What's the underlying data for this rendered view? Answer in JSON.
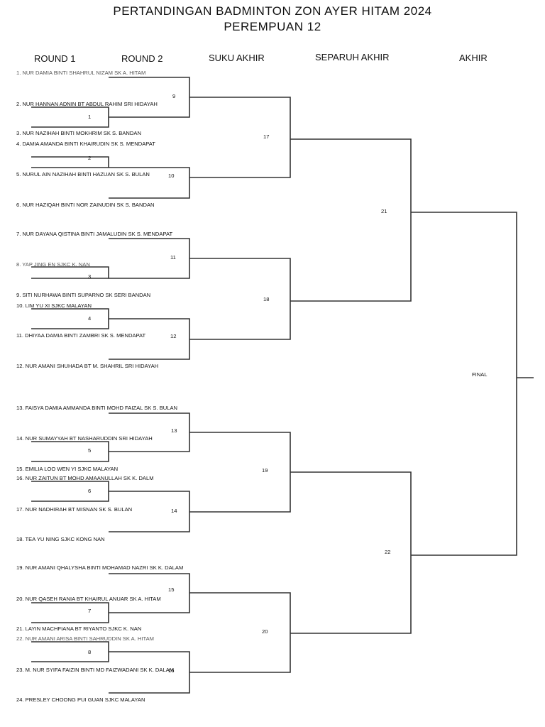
{
  "header": {
    "title_line1": "PERTANDINGAN BADMINTON ZON AYER HITAM 2024",
    "title_line2": "PEREMPUAN 12"
  },
  "rounds": [
    "ROUND 1",
    "ROUND 2",
    "SUKU AKHIR",
    "SEPARUH AKHIR",
    "AKHIR"
  ],
  "players": [
    "1. NUR DAMIA BINTI SHAHRUL NIZAM  SK A. HITAM",
    "2. NUR HANNAN ADNIN BT ABDUL RAHIM   SRI HIDAYAH",
    "3. NUR NAZIHAH BINTI MOKHRIM    SK  S. BANDAN",
    "4. DAMIA AMANDA BINTI KHAIRUDIN   SK S. MENDAPAT",
    "5. NURUL AIN NAZIHAH BINTI HAZUAN   SK  S. BULAN",
    "6. NUR HAZIQAH BINTI NOR ZAINUDIN  SK S. BANDAN",
    "7. NUR DAYANA QISTINA BINTI JAMALUDIN    SK S. MENDAPAT",
    "8. YAP JING EN    SJKC K. NAN",
    "9. SITI NURHAWA BINTI SUPARNO  SK SERI BANDAN",
    "10. LIM YU XI    SJKC MALAYAN",
    "11. DHIYAA DAMIA BINTI ZAMBRI     SK S. MENDAPAT",
    "12. NUR AMANI SHUHADA BT M. SHAHRIL    SRI HIDAYAH",
    "13. FAISYA DAMIA AMMANDA BINTI MOHD FAIZAL  SK S. BULAN",
    "14.  NUR SUMAYYAH BT NASHARUDDIN   SRI HIDAYAH",
    "15. EMILIA LOO WEN YI  SJKC MALAYAN",
    "16. NUR ZAITUN BT MOHD AMAANULLAH  SK K. DALM",
    "17. NUR NADHIRAH BT MISNAN SK S. BULAN",
    "18. TEA YU NING  SJKC KONG NAN",
    "19. NUR AMANI QHALYSHA BINTI MOHAMAD NAZRI  SK K. DALAM",
    "20. NUR QASEH RANIA BT KHAIRUL ANUAR  SK A. HITAM",
    "21.  LAYIN MACHFIANA BT RIYANTO    SJKC K. NAN",
    "22.  NUR AMANI ARISA BINTI SAHRUDDIN  SK A. HITAM",
    "23. M. NUR SYIFA FAIZIN BINTI MD FAIZWADANI   SK K. DALAM",
    "24. PRESLEY CHOONG PUI GUAN  SJKC MALAYAN"
  ],
  "matches": {
    "r1": [
      "1",
      "2",
      "3",
      "4",
      "5",
      "6",
      "7",
      "8"
    ],
    "r2": [
      "9",
      "10",
      "11",
      "12",
      "13",
      "14",
      "15",
      "16"
    ],
    "qf": [
      "17",
      "18",
      "19",
      "20"
    ],
    "sf": [
      "21",
      "22"
    ],
    "final": "FINAL"
  }
}
